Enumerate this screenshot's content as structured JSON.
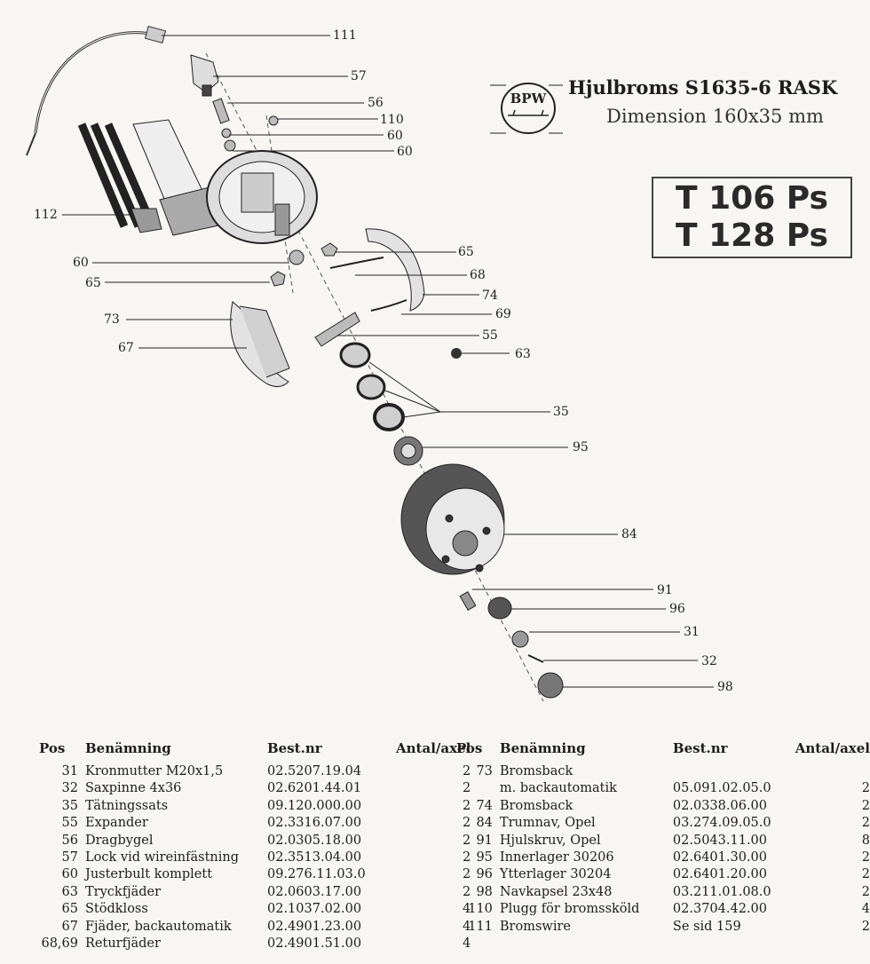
{
  "title": {
    "main": "Hjulbroms S1635-6 RASK",
    "sub": "Dimension 160x35 mm"
  },
  "logo": {
    "text": "BPW"
  },
  "models": [
    "T 106 Ps",
    "T 128 Ps"
  ],
  "callouts": [
    {
      "label": "111"
    },
    {
      "label": "57"
    },
    {
      "label": "56"
    },
    {
      "label": "110"
    },
    {
      "label": "60"
    },
    {
      "label": "60"
    },
    {
      "label": "112"
    },
    {
      "label": "60"
    },
    {
      "label": "65"
    },
    {
      "label": "65"
    },
    {
      "label": "68"
    },
    {
      "label": "74"
    },
    {
      "label": "73"
    },
    {
      "label": "69"
    },
    {
      "label": "55"
    },
    {
      "label": "67"
    },
    {
      "label": "63"
    },
    {
      "label": "35"
    },
    {
      "label": "95"
    },
    {
      "label": "84"
    },
    {
      "label": "91"
    },
    {
      "label": "96"
    },
    {
      "label": "31"
    },
    {
      "label": "32"
    },
    {
      "label": "98"
    }
  ],
  "table": {
    "headers": {
      "pos": "Pos",
      "name": "Benämning",
      "nr": "Best.nr",
      "qty": "Antal/axel"
    },
    "left": [
      {
        "pos": "31",
        "name": "Kronmutter M20x1,5",
        "nr": "02.5207.19.04",
        "qty": "2"
      },
      {
        "pos": "32",
        "name": "Saxpinne 4x36",
        "nr": "02.6201.44.01",
        "qty": "2"
      },
      {
        "pos": "35",
        "name": "Tätningssats",
        "nr": "09.120.000.00",
        "qty": "2"
      },
      {
        "pos": "55",
        "name": "Expander",
        "nr": "02.3316.07.00",
        "qty": "2"
      },
      {
        "pos": "56",
        "name": "Dragbygel",
        "nr": "02.0305.18.00",
        "qty": "2"
      },
      {
        "pos": "57",
        "name": "Lock vid wireinfästning",
        "nr": "02.3513.04.00",
        "qty": "2"
      },
      {
        "pos": "60",
        "name": "Justerbult komplett",
        "nr": "09.276.11.03.0",
        "qty": "2"
      },
      {
        "pos": "63",
        "name": "Tryckfjäder",
        "nr": "02.0603.17.00",
        "qty": "2"
      },
      {
        "pos": "65",
        "name": "Stödkloss",
        "nr": "02.1037.02.00",
        "qty": "4"
      },
      {
        "pos": "67",
        "name": "Fjäder, backautomatik",
        "nr": "02.4901.23.00",
        "qty": "4"
      },
      {
        "pos": "68,69",
        "name": "Returfjäder",
        "nr": "02.4901.51.00",
        "qty": "4"
      }
    ],
    "right": [
      {
        "pos": "73",
        "name": "Bromsback",
        "nr": "",
        "qty": ""
      },
      {
        "pos": "",
        "name": "m. backautomatik",
        "nr": "05.091.02.05.0",
        "qty": "2"
      },
      {
        "pos": "74",
        "name": "Bromsback",
        "nr": "02.0338.06.00",
        "qty": "2"
      },
      {
        "pos": "84",
        "name": "Trumnav, Opel",
        "nr": "03.274.09.05.0",
        "qty": "2"
      },
      {
        "pos": "91",
        "name": "Hjulskruv, Opel",
        "nr": "02.5043.11.00",
        "qty": "8"
      },
      {
        "pos": "95",
        "name": "Innerlager 30206",
        "nr": "02.6401.30.00",
        "qty": "2"
      },
      {
        "pos": "96",
        "name": "Ytterlager 30204",
        "nr": "02.6401.20.00",
        "qty": "2"
      },
      {
        "pos": "98",
        "name": "Navkapsel 23x48",
        "nr": "03.211.01.08.0",
        "qty": "2"
      },
      {
        "pos": "110",
        "name": "Plugg för bromssköld",
        "nr": "02.3704.42.00",
        "qty": "4"
      },
      {
        "pos": "111",
        "name": "Bromswire",
        "nr": "Se sid 159",
        "qty": "2"
      }
    ]
  }
}
